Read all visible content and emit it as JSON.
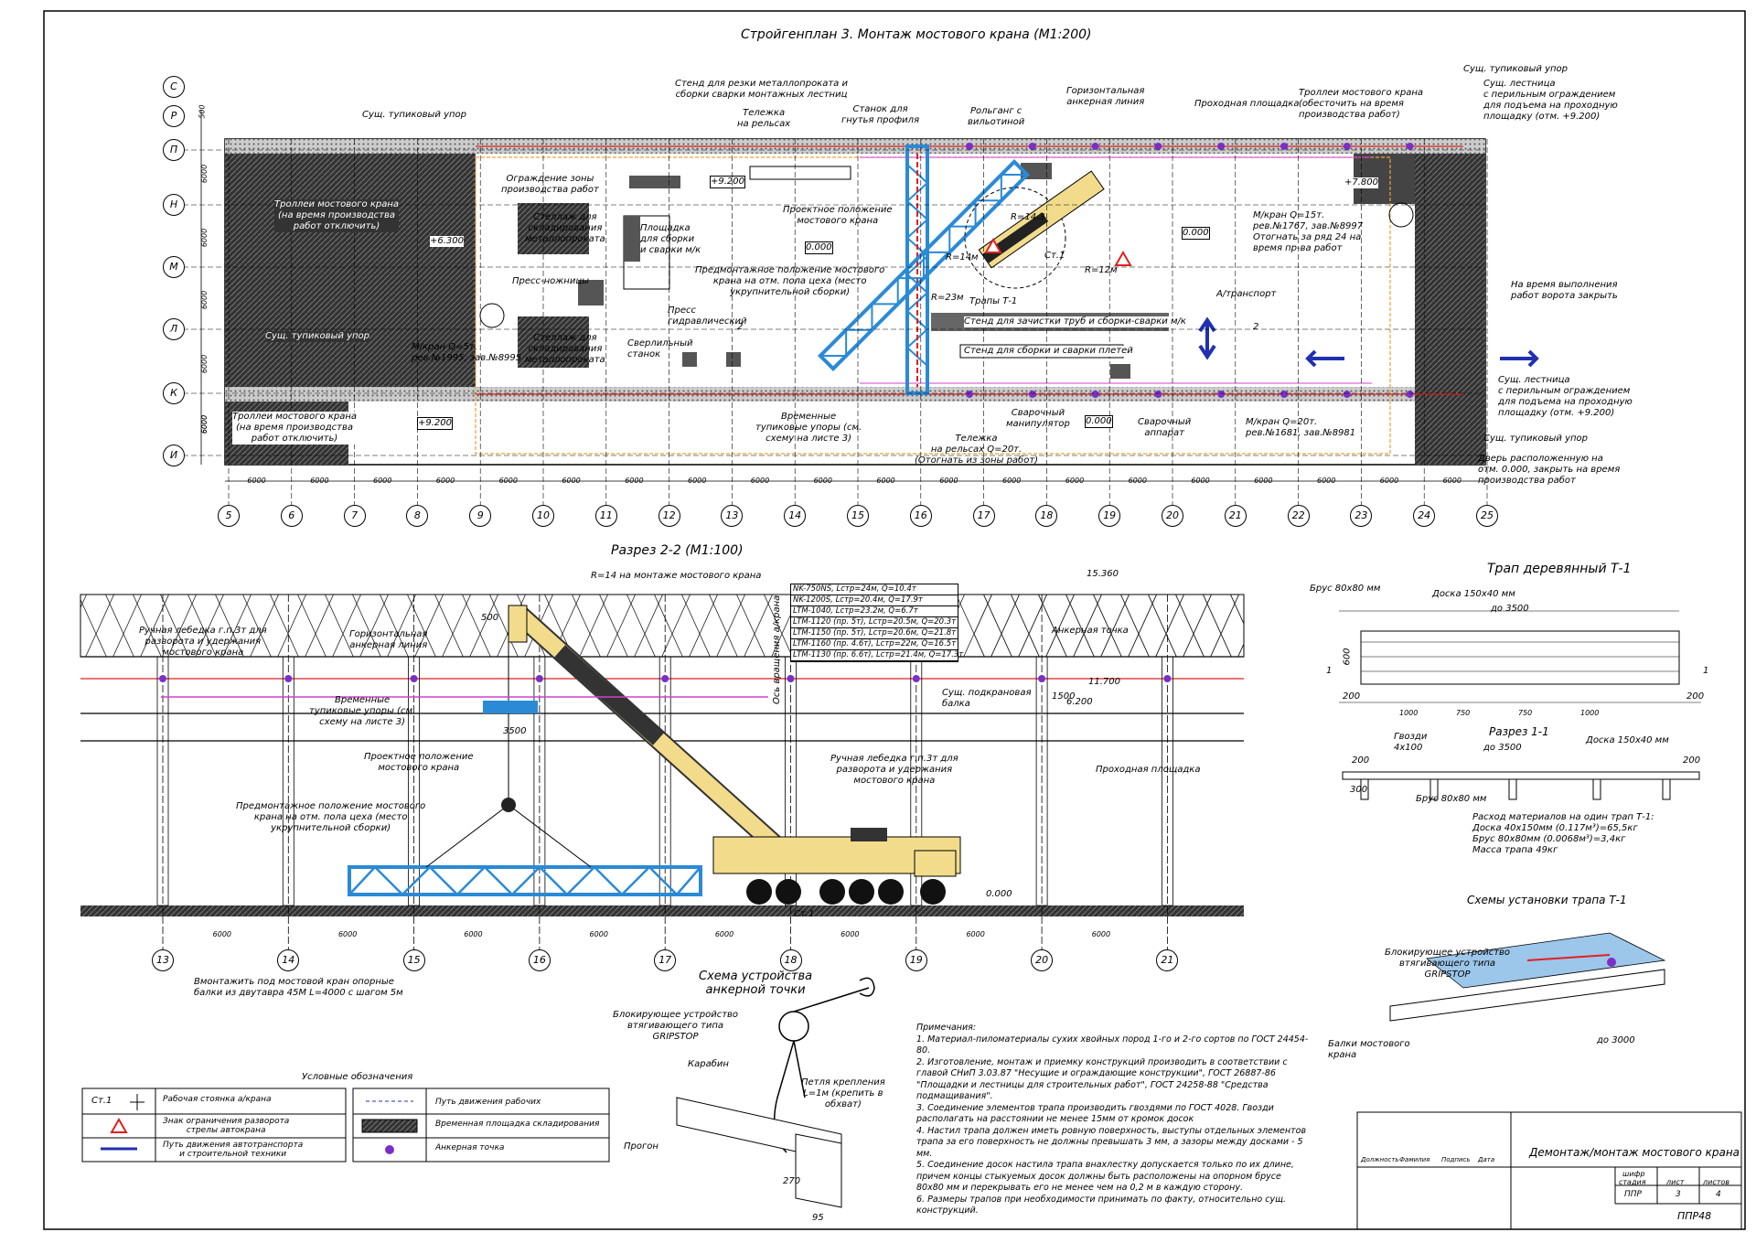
{
  "plan": {
    "title": "Стройгенплан 3. Монтаж мостового крана (М1:200)",
    "row_axes": [
      "С",
      "Р",
      "П",
      "Н",
      "М",
      "Л",
      "К",
      "И"
    ],
    "col_axes": [
      "5",
      "6",
      "7",
      "8",
      "9",
      "10",
      "11",
      "12",
      "13",
      "14",
      "15",
      "16",
      "17",
      "18",
      "19",
      "20",
      "21",
      "22",
      "23",
      "24",
      "25"
    ],
    "col_dims": [
      "6000",
      "6000",
      "6000",
      "6000",
      "6000",
      "6000",
      "6000",
      "6000",
      "6000",
      "6000",
      "6000",
      "6000",
      "6000",
      "6000",
      "6000",
      "6000",
      "6000",
      "6000",
      "6000",
      "6000"
    ],
    "row_dims": [
      "500",
      "6000",
      "6000",
      "6000",
      "6000",
      "6000",
      "6000"
    ],
    "labels": {
      "trolley_left": "Троллеи мостового крана\n(на время производства\nработ отключить)",
      "stop_left_top": "Сущ. тупиковый упор",
      "stop_left_mid": "Сущ. тупиковый упор",
      "trolley_bottom_left": "Троллеи мостового крана\n(на время производства\nработ отключить)",
      "elev_6300": "+6.300",
      "elev_9200_left": "+9.200",
      "elev_9200_top": "+9.200",
      "elev_7800": "+7.800",
      "crane_5t_left": "М/кран Q=5т.\nрев.№1995, зав.№8995",
      "fence_zone": "Ограждение зоны\nпроизводства работ",
      "rack1": "Стеллаж для\nскладирования\nметаллопроката",
      "rack2": "Стеллаж для\nскладирования\nметаллопроката",
      "press_shears": "Пресс-ножницы",
      "platform_assembly": "Площадка\nдля сборки\nи сварки м/к",
      "press_hydraulic": "Пресс\nгидравлический",
      "drill": "Сверлильный\nстанок",
      "stand_cut": "Стенд для резки металлопроката и\nсборки сварки монтажных лестниц",
      "cart_rails": "Тележка\nна рельсах",
      "bender": "Станок для\nгнутья профиля",
      "rollgang": "Рольганг с\nвильотиной",
      "design_pos": "Проектное положение\nмостового крана",
      "premount_pos": "Предмонтажное положение мостового\nкрана на отм. пола цеха (место\nукрупнительной сборки)",
      "anchor_line": "Горизонтальная\nанкерная линия",
      "walkway": "Проходная площадка",
      "trolley_right": "Троллеи мостового крана\n(обесточить на время\nпроизводства работ)",
      "stop_right_top": "Сущ. тупиковый упор",
      "stair_right_top": "Сущ. лестница\nс перильным ограждением\nдля подъема на проходную\nплощадку (отм. +9.200)",
      "crane_15t": "М/кран Q=15т.\nрев.№1767, зав.№8997\nОтогнать за ряд 24 на\nвремя пр-ва работ",
      "zero1": "0.000",
      "zero2": "0.000",
      "zero3": "0.000",
      "r14": "R=14м",
      "r12": "R=12м",
      "r23": "R=23м",
      "r_circle": "R=14.3",
      "st1": "Ст.1",
      "transport": "А/транспорт",
      "trap_t1": "Трапы Т-1",
      "stand_pipes": "Стенд для зачистки труб и сборки-сварки м/к",
      "stand_tubes": "Стенд для сборки и сварки плетей",
      "gate_close": "На время выполнения\nработ ворота закрыть",
      "temp_stops": "Временные\nтупиковые упоры (см.\nсхему на листе 3)",
      "weld_manip": "Сварочный\nманипулятор",
      "cart_20t": "Тележка\nна рельсах Q=20т.\n(Отогнать из зоны работ)",
      "weld_app": "Сварочный\nаппарат",
      "crane_20t": "М/кран Q=20т.\nрев.№1681, зав.№8981",
      "stair_right_bot": "Сущ. лестница\nс перильным ограждением\nдля подъема на проходную\nплощадку (отм. +9.200)",
      "stop_right_bot": "Сущ. тупиковый упор",
      "door": "Дверь расположенную на\nотм. 0.000, закрыть на время\nпроизводства работ",
      "sec2": "2",
      "sec2b": "2"
    }
  },
  "section": {
    "title": "Разрез 2-2 (М1:100)",
    "radius_label": "R=14 на монтаже мостового крана",
    "elev_15360": "15.360",
    "elev_11700": "11.700",
    "elev_6200": "6.200",
    "elev_0": "0.000",
    "dim_500": "500",
    "dim_1500": "1500",
    "dim_3500": "3500",
    "cranes_table": [
      "NK-750NS, Lстр=24м, Q=10.4т",
      "NK-1200S, Lстр=20.4м, Q=17.9т",
      "LTM-1040, Lстр=23.2м, Q=6.7т",
      "LTM-1120 (пр. 5т), Lстр=20.5м, Q=20.3т",
      "LTM-1150 (пр. 5т), Lстр=20.6м, Q=21.8т",
      "LTM-1160 (пр. 4.6т), Lстр=22м, Q=16.5т",
      "LTM-1130 (пр. 6.6т), Lстр=21.4м, Q=17.3т"
    ],
    "winch_left": "Ручная лебедка г.п.3т для\nразворота и удержания\nмостового крана",
    "anchor_line": "Горизонтальная\nанкерная линия",
    "temp_stops": "Временные\nтупиковые упоры (см.\nсхему на листе 3)",
    "design_pos": "Проектное положение\nмостового крана",
    "premount": "Предмонтажное положение мостового\nкрана на отм. пола цеха (место\nукрупнительной сборки)",
    "anchor_point": "Анкерная точка",
    "crane_beam": "Сущ. подкрановая\nбалка",
    "walkway": "Проходная площадка",
    "winch_right": "Ручная лебедка г.п.3т для\nразворота и удержания\nмостового крана",
    "axis_label": "Ось вращения а/крана",
    "st1": "Ст.1",
    "col_axes": [
      "13",
      "14",
      "15",
      "16",
      "17",
      "18",
      "19",
      "20",
      "21"
    ],
    "col_dims": [
      "6000",
      "6000",
      "6000",
      "6000",
      "6000",
      "6000",
      "6000",
      "6000"
    ],
    "support_note": "Вмонтажить под мостовой кран опорные\nбалки из двутавра 45М L=4000 с шагом 5м"
  },
  "trap": {
    "title": "Трап деревянный Т-1",
    "beam": "Брус 80х80 мм",
    "board": "Доска 150х40 мм",
    "length": "до 3500",
    "dims": [
      "1000",
      "750",
      "750",
      "1000"
    ],
    "d200": "200",
    "d600": "600",
    "d200b": "200",
    "mark1": "1",
    "mark1b": "1",
    "sec_title": "Разрез 1-1",
    "nails": "Гвозди\n4х100",
    "board2": "Доска 150х40 мм",
    "beam2": "Брус 80х80 мм",
    "sec_len": "до 3500",
    "s200": "200",
    "s200b": "200",
    "s300": "300",
    "materials": "Расход материалов на один трап Т-1:\nДоска 40х150мм (0.117м³)=65,5кг\nБрус 80х80мм (0.0068м³)=3,4кг\nМасса трапа 49кг",
    "install_title": "Схемы установки трапа Т-1",
    "block_device": "Блокирующее устройство\nвтягивающего типа\nGRIPSTOP",
    "beams": "Балки мостового\nкрана",
    "install_len": "до 3000"
  },
  "anchor": {
    "title": "Схема устройства\nанкерной точки",
    "block": "Блокирующее устройство\nвтягивающего типа\nGRIPSTOP",
    "carabiner": "Карабин",
    "loop": "Петля крепления\nL=1м (крепить в\nобхват)",
    "girder": "Прогон",
    "d270": "270",
    "d95": "95"
  },
  "notes": {
    "heading": "Примечания:",
    "items": [
      "1. Материал-пиломатериалы сухих хвойных пород 1-го и 2-го сортов по ГОСТ 24454-80.",
      "2. Изготовление, монтаж и приемку конструкций производить в соответствии с главой СНиП 3.03.87 \"Несущие и ограждающие конструкции\", ГОСТ 26887-86 \"Площадки и лестницы для строительных работ\", ГОСТ 24258-88 \"Средства подмащивания\".",
      "3. Соединение элементов трапа производить гвоздями по ГОСТ 4028. Гвозди располагать на расстоянии не менее 15мм от кромок досок",
      "4. Настил трапа должен иметь ровную поверхность, выступы отдельных элементов трапа за его поверхность не должны превышать 3 мм, а зазоры между досками - 5 мм.",
      "5. Соединение досок настила трапа внахлестку допускается только по их длине, причем концы стыкуемых досок должны быть расположены на опорном брусе 80х80 мм и перекрывать его не менее чем на 0,2 м в каждую сторону.",
      "6. Размеры трапов при необходимости принимать по факту, относительно сущ. конструкций."
    ]
  },
  "legend": {
    "title": "Условные обозначения",
    "left": [
      {
        "sym": "Ст.1",
        "text": "Рабочая стоянка а/крана"
      },
      {
        "sym": "",
        "text": "Знак ограничения разворота\nстрелы автокрана"
      },
      {
        "sym": "",
        "text": "Путь движения автотранспорта\nи строительной техники"
      }
    ],
    "right": [
      {
        "text": "Путь движения рабочих"
      },
      {
        "text": "Временная площадка складирования"
      },
      {
        "text": "Анкерная точка"
      }
    ]
  },
  "stamp": {
    "headers": [
      "Должность",
      "Фамилия",
      "Подпись",
      "Дата"
    ],
    "title": "Демонтаж/монтаж мостового крана",
    "shifr": "шифр",
    "stage_h": "стадия",
    "sheet_h": "лист",
    "sheets_h": "листов",
    "stage": "ППР",
    "sheet": "3",
    "sheets": "4",
    "code": "ППР48"
  },
  "colors": {
    "crane_blue": "#2a8ad6",
    "crane_yellow": "#f2dc8c",
    "anchor_purple": "#7a2fc8",
    "red_line": "#e02020",
    "orange_fence": "#f0a030",
    "magenta": "#d040d0"
  }
}
